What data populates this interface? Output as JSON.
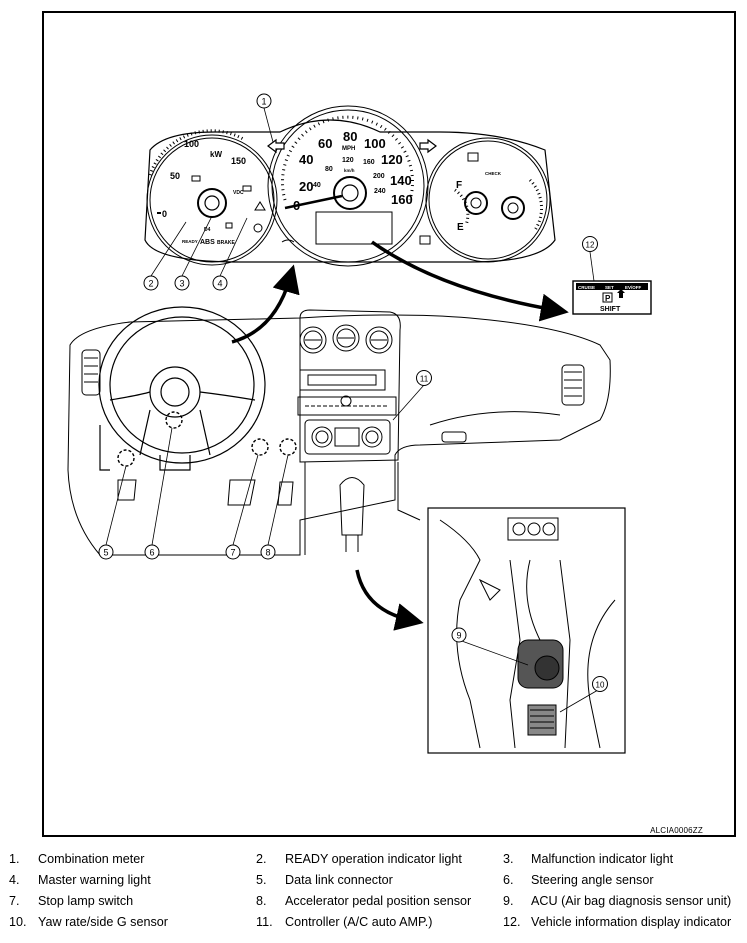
{
  "figure": {
    "code": "ALCIA0006ZZ",
    "callout_numbers": [
      "1",
      "2",
      "3",
      "4",
      "5",
      "6",
      "7",
      "8",
      "9",
      "10",
      "11",
      "12"
    ]
  },
  "speedometer": {
    "mph_marks": [
      "20",
      "40",
      "60",
      "80",
      "100",
      "120",
      "140",
      "160"
    ],
    "kmh_marks": [
      "40",
      "80",
      "120",
      "160",
      "200",
      "240"
    ],
    "unit_mph": "MPH",
    "unit_kmh": "km/h",
    "zero": "0"
  },
  "power_meter": {
    "unit": "kW",
    "marks": [
      "0",
      "50",
      "100",
      "150"
    ],
    "labels": {
      "ready": "READY",
      "abs": "ABS",
      "brake": "BRAKE",
      "vdc": "VDC",
      "d4": "D4"
    }
  },
  "fuel_temp": {
    "full": "F",
    "empty": "E",
    "check": "CHECK"
  },
  "display": {
    "header_items": [
      "CRUISE",
      "SET",
      "EV/OFF"
    ],
    "gear": "P",
    "message": "SHIFT"
  },
  "legend": [
    {
      "num": "1.",
      "text": "Combination meter"
    },
    {
      "num": "2.",
      "text": "READY operation indicator light"
    },
    {
      "num": "3.",
      "text": "Malfunction indicator light"
    },
    {
      "num": "4.",
      "text": "Master warning light"
    },
    {
      "num": "5.",
      "text": "Data link connector"
    },
    {
      "num": "6.",
      "text": "Steering angle sensor"
    },
    {
      "num": "7.",
      "text": "Stop lamp switch"
    },
    {
      "num": "8.",
      "text": "Accelerator pedal position sensor"
    },
    {
      "num": "9.",
      "text": "ACU (Air bag diagnosis sensor unit)"
    },
    {
      "num": "10.",
      "text": "Yaw rate/side G sensor"
    },
    {
      "num": "11.",
      "text": "Controller (A/C auto AMP.)"
    },
    {
      "num": "12.",
      "text": "Vehicle information display indicator"
    }
  ]
}
